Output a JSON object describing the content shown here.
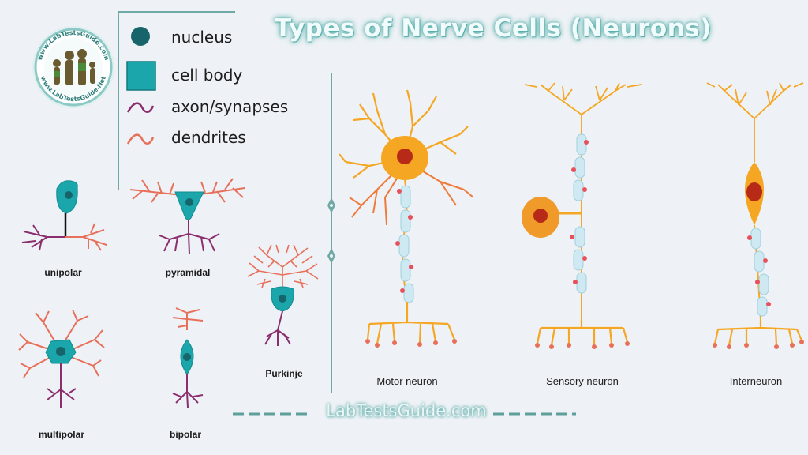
{
  "title": "Types of Nerve Cells (Neurons)",
  "logo": {
    "text_top": "www.LabTestsGuide.com",
    "text_bottom": "www.LabTestsGuide.Net"
  },
  "legend": {
    "nucleus": "nucleus",
    "cell_body": "cell body",
    "axon": "axon/synapses",
    "dendrites": "dendrites"
  },
  "cell_types": {
    "unipolar": "unipolar",
    "pyramidal": "pyramidal",
    "multipolar": "multipolar",
    "bipolar": "bipolar",
    "purkinje": "Purkinje"
  },
  "neurons": {
    "motor": "Motor neuron",
    "sensory": "Sensory neuron",
    "inter": "Interneuron"
  },
  "watermark": "LabTestsGuide.com",
  "colors": {
    "teal": "#1aa6aa",
    "dark_teal": "#17656a",
    "axon": "#8a2e6e",
    "dendrite": "#e8705a",
    "accent_line": "#6fa9a6",
    "orange": "#f5a623",
    "myelin": "#cfe9f2"
  }
}
